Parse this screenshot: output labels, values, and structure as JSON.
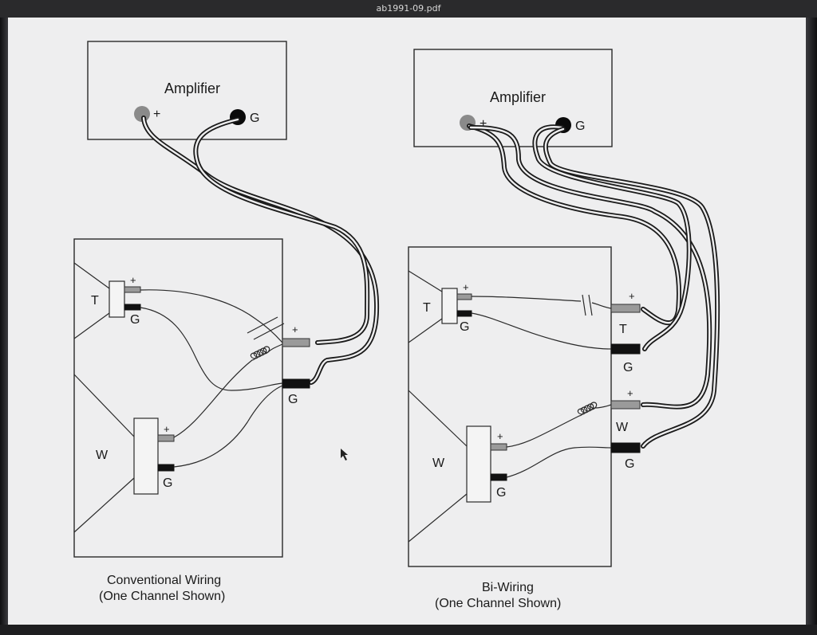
{
  "window": {
    "title": "ab1991-09.pdf"
  },
  "left_diagram": {
    "amplifier_label": "Amplifier",
    "amp_plus": "+",
    "amp_g": "G",
    "tweeter_label": "T",
    "tweeter_plus": "+",
    "tweeter_g": "G",
    "woofer_label": "W",
    "woofer_plus": "+",
    "woofer_g": "G",
    "input_plus": "+",
    "input_g": "G",
    "caption_line1": "Conventional Wiring",
    "caption_line2": "(One Channel Shown)"
  },
  "right_diagram": {
    "amplifier_label": "Amplifier",
    "amp_plus": "+",
    "amp_g": "G",
    "tweeter_label": "T",
    "tweeter_plus": "+",
    "tweeter_g": "G",
    "woofer_label": "W",
    "woofer_plus": "+",
    "woofer_g": "G",
    "t_input_plus": "+",
    "t_input_label": "T",
    "t_input_g": "G",
    "w_input_plus": "+",
    "w_input_label": "W",
    "w_input_g": "G",
    "caption_line1": "Bi-Wiring",
    "caption_line2": "(One Channel Shown)"
  },
  "colors": {
    "page": "#eeeeef",
    "plus_terminal": "#9a9a9a",
    "ground_terminal": "#111111"
  }
}
